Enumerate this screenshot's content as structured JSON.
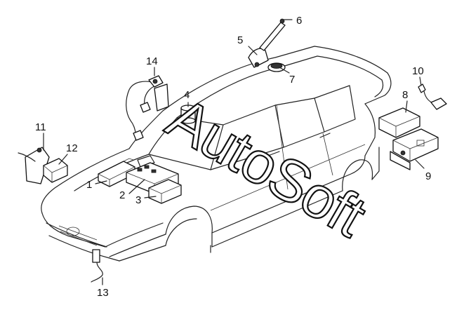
{
  "callouts": [
    {
      "id": "1",
      "text": "1"
    },
    {
      "id": "2",
      "text": "2"
    },
    {
      "id": "3",
      "text": "3"
    },
    {
      "id": "4",
      "text": "4"
    },
    {
      "id": "5",
      "text": "5"
    },
    {
      "id": "6",
      "text": "6"
    },
    {
      "id": "7",
      "text": "7"
    },
    {
      "id": "8",
      "text": "8"
    },
    {
      "id": "9",
      "text": "9"
    },
    {
      "id": "10",
      "text": "10"
    },
    {
      "id": "11",
      "text": "11"
    },
    {
      "id": "12",
      "text": "12"
    },
    {
      "id": "13",
      "text": "13"
    },
    {
      "id": "14",
      "text": "14"
    }
  ],
  "watermark": {
    "text": "AutoSoft"
  }
}
